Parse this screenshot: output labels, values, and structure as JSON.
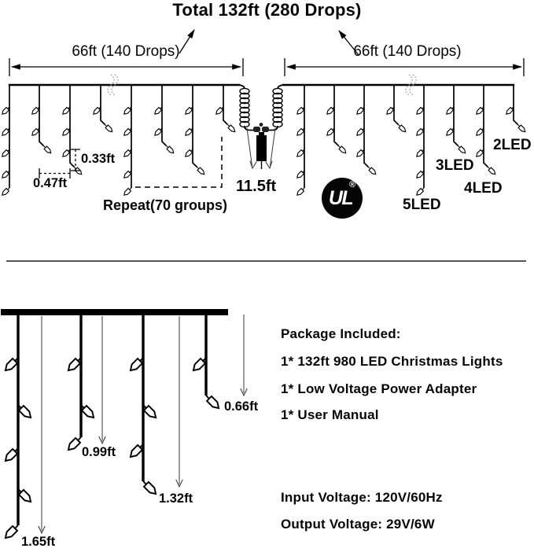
{
  "title": "Total 132ft (280 Drops)",
  "top_diagram": {
    "left_span": "66ft (140 Drops)",
    "right_span": "66ft (140 Drops)",
    "bulb_spacing": "0.33ft",
    "drop_spacing": "0.47ft",
    "repeat_note": "Repeat(70 groups)",
    "lead_length": "11.5ft",
    "led_labels": {
      "led5": "5LED",
      "led3": "3LED",
      "led4": "4LED",
      "led2": "2LED"
    },
    "ul_mark": {
      "text": "UL",
      "registered": "®"
    }
  },
  "bottom_diagram": {
    "drop_lengths": [
      "1.65ft",
      "0.99ft",
      "1.32ft",
      "0.66ft"
    ]
  },
  "package_included": {
    "heading": "Package Included:",
    "items": [
      "1* 132ft 980 LED Christmas Lights",
      "1* Low Voltage Power Adapter",
      "1* User Manual"
    ]
  },
  "electrical": {
    "input_voltage": "Input Voltage: 120V/60Hz",
    "output_voltage": "Output Voltage: 29V/6W"
  },
  "colors": {
    "ink": "#000000",
    "background": "#ffffff"
  }
}
